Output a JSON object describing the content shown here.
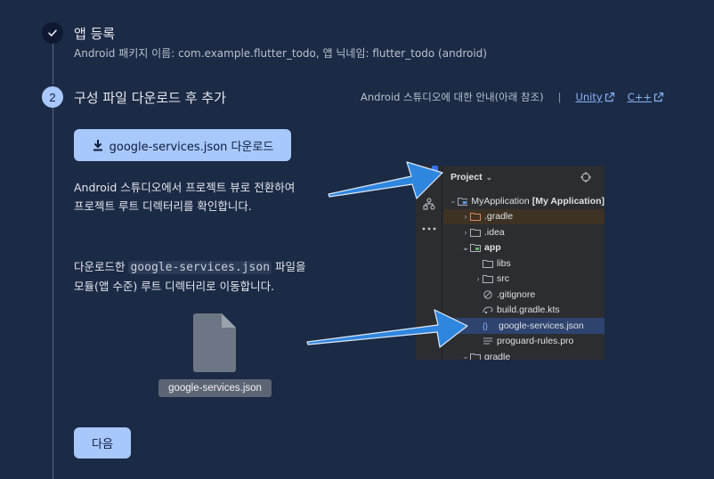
{
  "step1": {
    "title": "앱 등록",
    "subtitle": "Android 패키지 이름: com.example.flutter_todo, 앱 닉네임: flutter_todo (android)"
  },
  "step2": {
    "number": "2",
    "title": "구성 파일 다운로드 후 추가",
    "guide_text": "Android 스튜디오에 대한 안내(아래 참조)",
    "guide_separator": "|",
    "link_unity": "Unity",
    "link_cpp": "C++",
    "download_button": "google-services.json 다운로드",
    "para1_line1": "Android 스튜디오에서 프로젝트 뷰로 전환하여",
    "para1_line2": "프로젝트 루트 디렉터리를 확인합니다.",
    "para2_pre": "다운로드한 ",
    "para2_code": "google-services.json",
    "para2_post": " 파일을",
    "para2_line2": "모듈(앱 수준) 루트 디렉터리로 이동합니다.",
    "file_label": "google-services.json",
    "next_button": "다음"
  },
  "ide": {
    "header": "Project",
    "rows": [
      {
        "label": "MyApplication",
        "bold_suffix": "[My Application]"
      },
      {
        "label": ".gradle"
      },
      {
        "label": ".idea"
      },
      {
        "label": "app"
      },
      {
        "label": "libs"
      },
      {
        "label": "src"
      },
      {
        "label": ".gitignore"
      },
      {
        "label": "build.gradle.kts"
      },
      {
        "label": "google-services.json"
      },
      {
        "label": "proguard-rules.pro"
      },
      {
        "label": "gradle"
      }
    ]
  },
  "colors": {
    "background": "#1b2a45",
    "accent": "#a8c7fa",
    "link": "#8ab4f8",
    "arrow": "#3b8fe0"
  }
}
